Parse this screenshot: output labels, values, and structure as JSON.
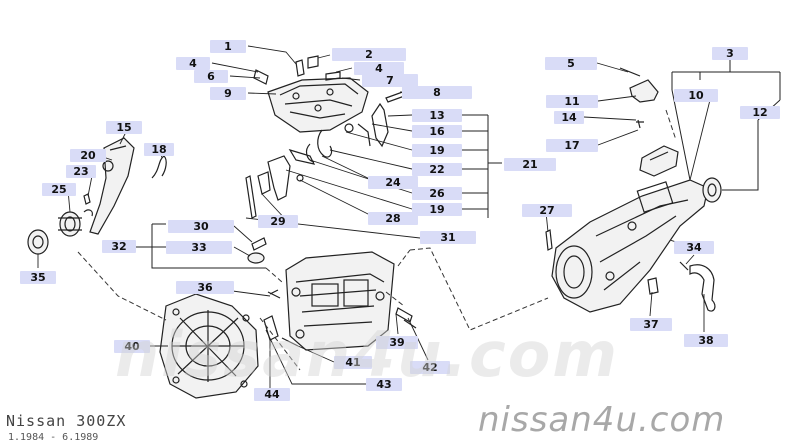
{
  "diagram": {
    "model": "Nissan 300ZX",
    "date_range": "1.1984 - 6.1989",
    "watermark_bottom": "nissan4u.com",
    "watermark_center": "nissan4u.com",
    "callout_labels": [
      "1",
      "2",
      "3",
      "4",
      "4",
      "5",
      "6",
      "7",
      "8",
      "9",
      "10",
      "11",
      "12",
      "13",
      "14",
      "15",
      "16",
      "17",
      "18",
      "19",
      "19",
      "20",
      "21",
      "22",
      "23",
      "24",
      "25",
      "26",
      "27",
      "28",
      "29",
      "30",
      "31",
      "32",
      "33",
      "34",
      "35",
      "36",
      "37",
      "38",
      "39",
      "40",
      "41",
      "42",
      "43",
      "44"
    ]
  }
}
